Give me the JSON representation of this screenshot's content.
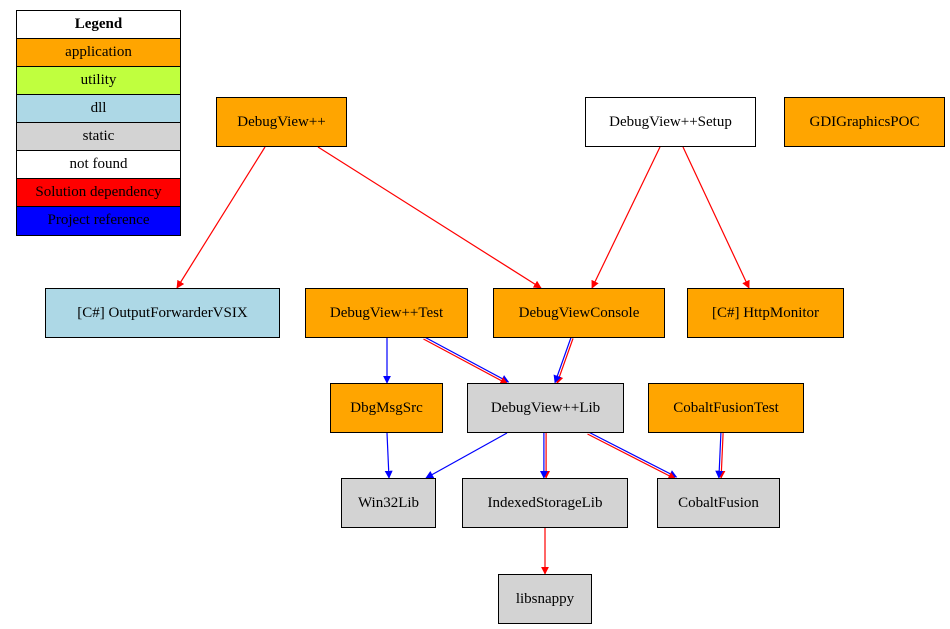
{
  "legend": {
    "title": "Legend",
    "items": [
      {
        "label": "application",
        "color": "#ffa500"
      },
      {
        "label": "utility",
        "color": "#c0ff3e"
      },
      {
        "label": "dll",
        "color": "#add8e6"
      },
      {
        "label": "static",
        "color": "#d3d3d3"
      },
      {
        "label": "not found",
        "color": "#ffffff"
      },
      {
        "label": "Solution dependency",
        "color": "#ff0000"
      },
      {
        "label": "Project reference",
        "color": "#0000ff"
      }
    ]
  },
  "nodes": [
    {
      "id": "debugview",
      "label": "DebugView++",
      "type": "application"
    },
    {
      "id": "setup",
      "label": "DebugView++Setup",
      "type": "not found"
    },
    {
      "id": "gdi",
      "label": "GDIGraphicsPOC",
      "type": "application"
    },
    {
      "id": "forwarder",
      "label": "[C#] OutputForwarderVSIX",
      "type": "dll"
    },
    {
      "id": "test",
      "label": "DebugView++Test",
      "type": "application"
    },
    {
      "id": "console",
      "label": "DebugViewConsole",
      "type": "application"
    },
    {
      "id": "http",
      "label": "[C#] HttpMonitor",
      "type": "application"
    },
    {
      "id": "dbgmsg",
      "label": "DbgMsgSrc",
      "type": "application"
    },
    {
      "id": "lib",
      "label": "DebugView++Lib",
      "type": "static"
    },
    {
      "id": "cobalttest",
      "label": "CobaltFusionTest",
      "type": "application"
    },
    {
      "id": "win32",
      "label": "Win32Lib",
      "type": "static"
    },
    {
      "id": "indexed",
      "label": "IndexedStorageLib",
      "type": "static"
    },
    {
      "id": "cobalt",
      "label": "CobaltFusion",
      "type": "static"
    },
    {
      "id": "snappy",
      "label": "libsnappy",
      "type": "static"
    }
  ],
  "edges": [
    {
      "from": "debugview",
      "to": "forwarder",
      "kind": [
        "solution"
      ]
    },
    {
      "from": "debugview",
      "to": "console",
      "kind": [
        "solution"
      ]
    },
    {
      "from": "setup",
      "to": "console",
      "kind": [
        "solution"
      ]
    },
    {
      "from": "setup",
      "to": "http",
      "kind": [
        "solution"
      ]
    },
    {
      "from": "test",
      "to": "dbgmsg",
      "kind": [
        "project"
      ]
    },
    {
      "from": "test",
      "to": "lib",
      "kind": [
        "project",
        "solution"
      ]
    },
    {
      "from": "console",
      "to": "lib",
      "kind": [
        "solution",
        "project"
      ]
    },
    {
      "from": "dbgmsg",
      "to": "win32",
      "kind": [
        "project"
      ]
    },
    {
      "from": "lib",
      "to": "win32",
      "kind": [
        "project"
      ]
    },
    {
      "from": "lib",
      "to": "indexed",
      "kind": [
        "solution",
        "project"
      ]
    },
    {
      "from": "lib",
      "to": "cobalt",
      "kind": [
        "project",
        "solution"
      ]
    },
    {
      "from": "cobalttest",
      "to": "cobalt",
      "kind": [
        "solution",
        "project"
      ]
    },
    {
      "from": "indexed",
      "to": "snappy",
      "kind": [
        "solution"
      ]
    }
  ]
}
